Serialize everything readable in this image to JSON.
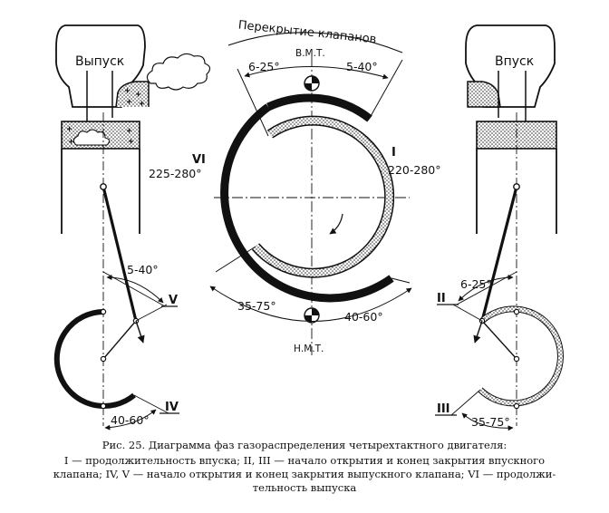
{
  "figure": {
    "caption_title": "Рис. 25. Диаграмма фаз газораспределения четырехтактного двигателя:",
    "caption_lines": [
      "I — продолжительность впуска; II, III — начало открытия и конец закрытия впускного",
      "клапана; IV, V — начало открытия и конец закрытия выпускного клапана; VI — продолжи-",
      "тельность выпуска"
    ]
  },
  "left_engine": {
    "label": "Выпуск",
    "angle_top": "5-40°",
    "angle_bottom": "40-60°",
    "mark_top": "V",
    "mark_bottom": "IV"
  },
  "right_engine": {
    "label": "Впуск",
    "angle_top": "6-25°",
    "angle_bottom": "35-75°",
    "mark_top": "II",
    "mark_bottom": "III"
  },
  "center": {
    "overlap_label": "Перекрытие клапанов",
    "tdc": "В.М.Т.",
    "bdc": "Н.М.Т.",
    "overlap_left": "6-25°",
    "overlap_right": "5-40°",
    "bottom_left": "35-75°",
    "bottom_right": "40-60°",
    "roman_left": "VI",
    "roman_left_range": "225-280°",
    "roman_right": "I",
    "roman_right_range": "220-280°"
  }
}
